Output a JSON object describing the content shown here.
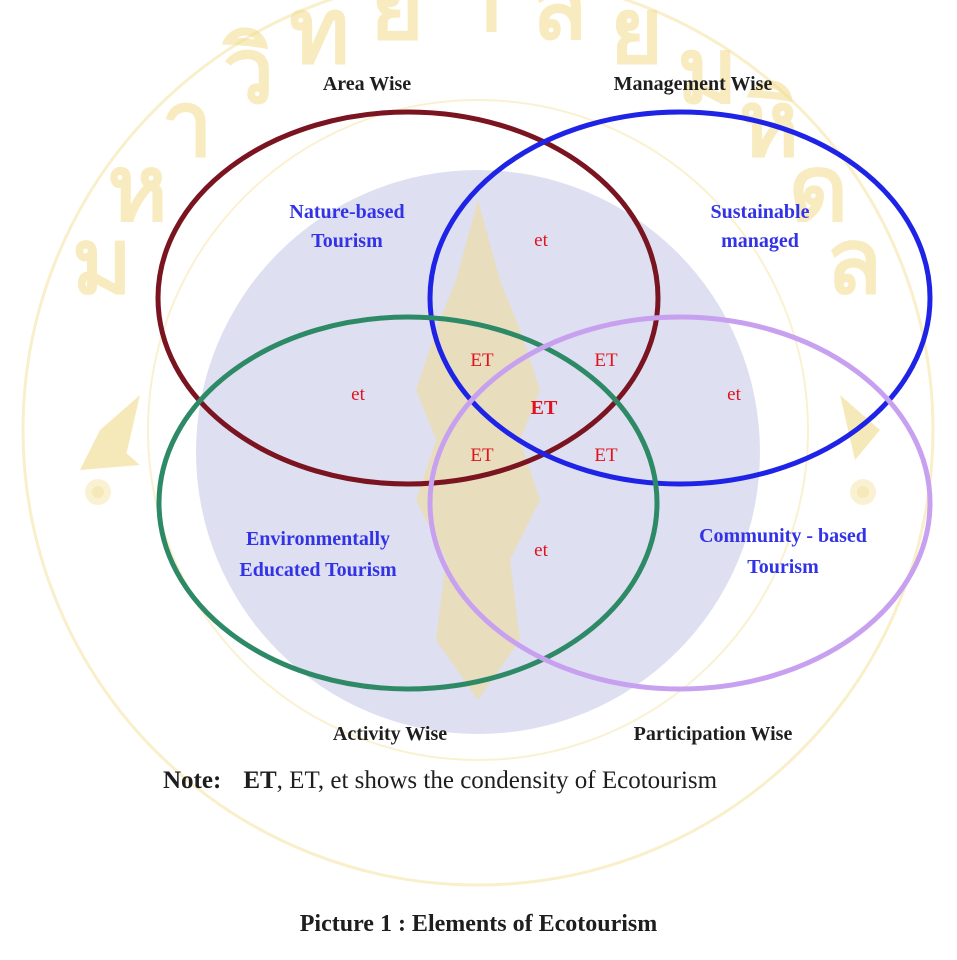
{
  "categories": {
    "area": "Area  Wise",
    "management": "Management  Wise",
    "activity": "Activity  Wise",
    "participation": "Participation  Wise"
  },
  "elements": {
    "nature": [
      "Nature-based",
      "Tourism"
    ],
    "sustainable": [
      "Sustainable",
      "managed"
    ],
    "environmental": [
      "Environmentally",
      "Educated Tourism"
    ],
    "community": [
      "Community - based",
      "Tourism"
    ]
  },
  "marks": {
    "et_low": "et",
    "et_mid": "ET",
    "et_high": "ET"
  },
  "note": {
    "label": "Note:",
    "strong": "ET",
    "rest": ", ET, et shows the condensity of Ecotourism"
  },
  "caption": "Picture 1 :  Elements of Ecotourism",
  "colors": {
    "area_circle": "#7a1420",
    "management_circle": "#1e23e6",
    "activity_circle": "#2e8a66",
    "participation_circle": "#c8a0f0",
    "element_text": "#3232e6",
    "mark_text": "#e0121e",
    "watermark": "#f2dc8c",
    "watermark_disc": "#c8cce8"
  },
  "watermark": {
    "kind": "university-seal",
    "letters": [
      "ม",
      "ห",
      "า",
      "วิ",
      "ท",
      "ย",
      "า",
      "ลั",
      "ย",
      "ม",
      "หิ",
      "ด",
      "ล"
    ]
  }
}
